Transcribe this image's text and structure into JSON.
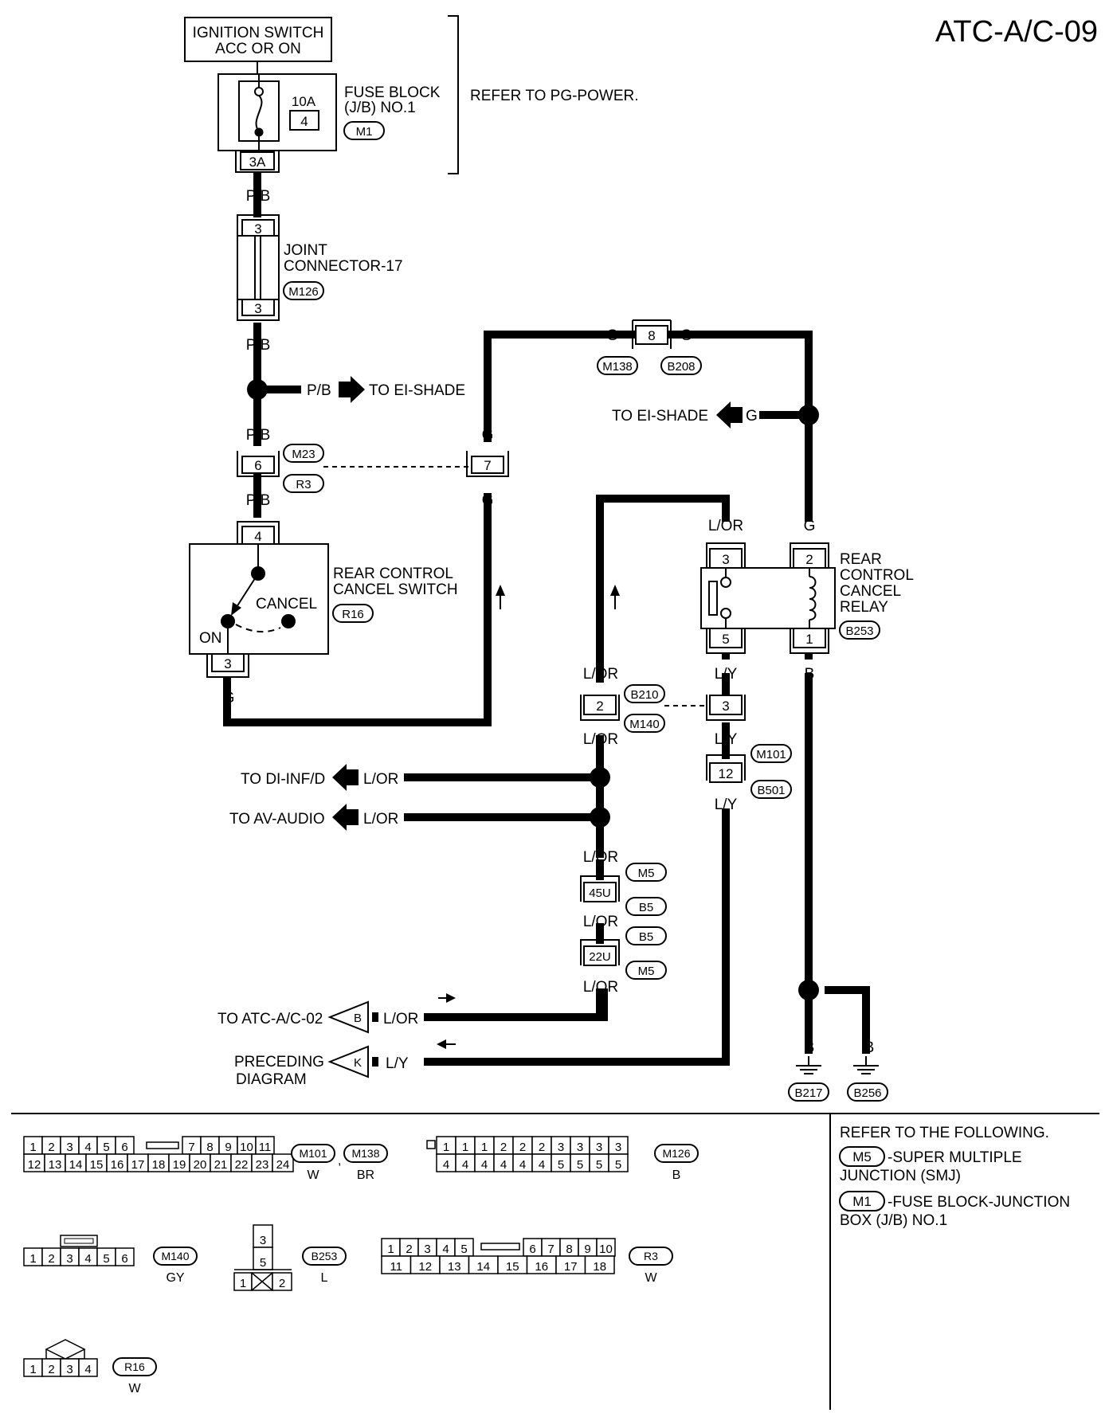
{
  "page_code": "ATC-A/C-09",
  "ignition_switch": {
    "line1": "IGNITION SWITCH",
    "line2": "ACC OR ON"
  },
  "fuse_block": {
    "amps": "10A",
    "fuse_no": "4",
    "label1": "FUSE BLOCK",
    "label2": "(J/B) NO.1",
    "connector": "M1",
    "terminal": "3A",
    "refer": "REFER TO PG-POWER."
  },
  "joint_connector": {
    "label1": "JOINT",
    "label2": "CONNECTOR-17",
    "connector": "M126",
    "pin_top": "3",
    "pin_bottom": "3"
  },
  "rear_control_cancel_switch": {
    "label1": "REAR CONTROL",
    "label2": "CANCEL SWITCH",
    "connector": "R16",
    "pin_top": "4",
    "pin_bottom": "3",
    "on": "ON",
    "cancel": "CANCEL"
  },
  "rear_control_cancel_relay": {
    "label1": "REAR",
    "label2": "CONTROL",
    "label3": "CANCEL",
    "label4": "RELAY",
    "connector": "B253",
    "pin_sw_top": "3",
    "pin_sw_bottom": "5",
    "pin_coil_top": "2",
    "pin_coil_bottom": "1"
  },
  "wires": {
    "pb": "P/B",
    "g": "G",
    "lor": "L/OR",
    "ly": "L/Y",
    "b": "B"
  },
  "connectors": {
    "m23": "M23",
    "r3": "R3",
    "pin6": "6",
    "pin7": "7",
    "m138": "M138",
    "b208": "B208",
    "pin8": "8",
    "b210": "B210",
    "m140": "M140",
    "pin2": "2",
    "pin3": "3",
    "m101": "M101",
    "b501": "B501",
    "pin12": "12",
    "m5": "M5",
    "b5": "B5",
    "pin45u": "45U",
    "pin22u": "22U",
    "b217": "B217",
    "b256": "B256"
  },
  "destinations": {
    "ei_shade": "TO EI-SHADE",
    "di_infd": "TO DI-INF/D",
    "av_audio": "TO AV-AUDIO",
    "atc_ac_02": "TO ATC-A/C-02",
    "preceding_1": "PRECEDING",
    "preceding_2": "DIAGRAM",
    "flag_b": "B",
    "flag_k": "K"
  },
  "refer_following": {
    "title": "REFER TO THE FOLLOWING.",
    "m5": "M5",
    "m5_desc1": "-SUPER MULTIPLE",
    "m5_desc2": "JUNCTION (SMJ)",
    "m1": "M1",
    "m1_desc1": "-FUSE BLOCK-JUNCTION",
    "m1_desc2": "BOX (J/B) NO.1"
  },
  "connector_faces": {
    "m101_m138": {
      "ids": [
        "M101",
        "M138"
      ],
      "colors": [
        "W",
        "BR"
      ],
      "comma": ",",
      "top": [
        "1",
        "2",
        "3",
        "4",
        "5",
        "6",
        "7",
        "8",
        "9",
        "10",
        "11"
      ],
      "bottom": [
        "12",
        "13",
        "14",
        "15",
        "16",
        "17",
        "18",
        "19",
        "20",
        "21",
        "22",
        "23",
        "24"
      ]
    },
    "m126": {
      "id": "M126",
      "color": "B",
      "top": [
        "1",
        "1",
        "1",
        "2",
        "2",
        "2",
        "3",
        "3",
        "3",
        "3"
      ],
      "bottom": [
        "4",
        "4",
        "4",
        "4",
        "4",
        "4",
        "5",
        "5",
        "5",
        "5"
      ]
    },
    "m140": {
      "id": "M140",
      "color": "GY",
      "pins": [
        "1",
        "2",
        "3",
        "4",
        "5",
        "6"
      ]
    },
    "b253": {
      "id": "B253",
      "color": "L",
      "pins": [
        "3",
        "5",
        "1",
        "2"
      ]
    },
    "r3": {
      "id": "R3",
      "color": "W",
      "top": [
        "1",
        "2",
        "3",
        "4",
        "5",
        "6",
        "7",
        "8",
        "9",
        "10"
      ],
      "bottom": [
        "11",
        "12",
        "13",
        "14",
        "15",
        "16",
        "17",
        "18"
      ]
    },
    "r16": {
      "id": "R16",
      "color": "W",
      "pins": [
        "1",
        "2",
        "3",
        "4"
      ]
    }
  }
}
